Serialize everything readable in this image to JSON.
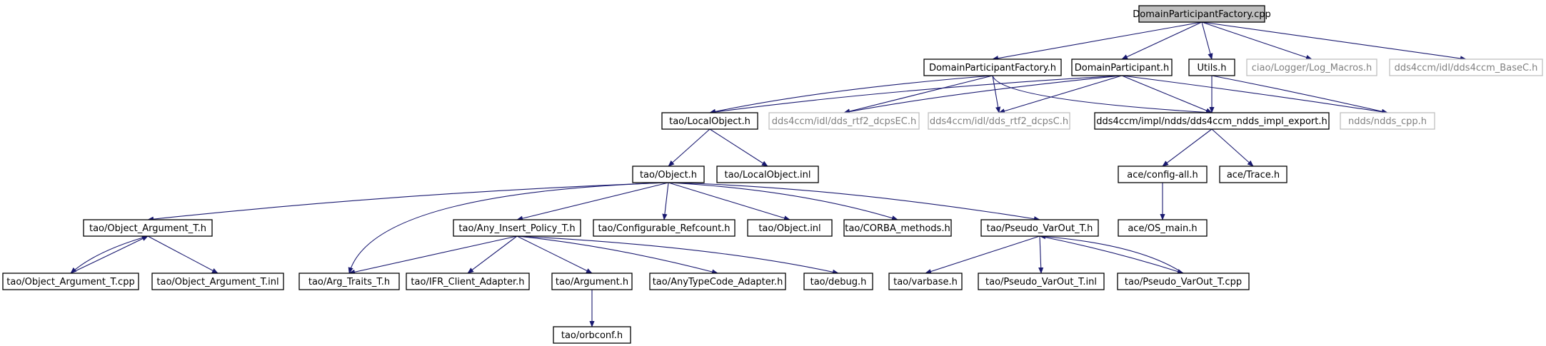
{
  "graph": {
    "nodes": [
      {
        "id": "n0",
        "label": "DomainParticipantFactory.cpp",
        "style": "root"
      },
      {
        "id": "n1",
        "label": "DomainParticipantFactory.h",
        "style": "normal"
      },
      {
        "id": "n2",
        "label": "DomainParticipant.h",
        "style": "normal"
      },
      {
        "id": "n3",
        "label": "Utils.h",
        "style": "normal"
      },
      {
        "id": "n4",
        "label": "ciao/Logger/Log_Macros.h",
        "style": "external"
      },
      {
        "id": "n5",
        "label": "dds4ccm/idl/dds4ccm_BaseC.h",
        "style": "external"
      },
      {
        "id": "n6",
        "label": "tao/LocalObject.h",
        "style": "normal"
      },
      {
        "id": "n7",
        "label": "dds4ccm/idl/dds_rtf2_dcpsEC.h",
        "style": "external"
      },
      {
        "id": "n8",
        "label": "dds4ccm/idl/dds_rtf2_dcpsC.h",
        "style": "external"
      },
      {
        "id": "n9",
        "label": "dds4ccm/impl/ndds/dds4ccm_ndds_impl_export.h",
        "style": "normal"
      },
      {
        "id": "n10",
        "label": "ndds/ndds_cpp.h",
        "style": "external"
      },
      {
        "id": "n11",
        "label": "tao/Object.h",
        "style": "normal"
      },
      {
        "id": "n12",
        "label": "tao/LocalObject.inl",
        "style": "normal"
      },
      {
        "id": "n13",
        "label": "ace/config-all.h",
        "style": "normal"
      },
      {
        "id": "n14",
        "label": "ace/Trace.h",
        "style": "normal"
      },
      {
        "id": "n15",
        "label": "ace/OS_main.h",
        "style": "normal"
      },
      {
        "id": "n16",
        "label": "tao/Object_Argument_T.h",
        "style": "normal"
      },
      {
        "id": "n17",
        "label": "tao/Any_Insert_Policy_T.h",
        "style": "normal"
      },
      {
        "id": "n18",
        "label": "tao/Configurable_Refcount.h",
        "style": "normal"
      },
      {
        "id": "n19",
        "label": "tao/Object.inl",
        "style": "normal"
      },
      {
        "id": "n20",
        "label": "tao/CORBA_methods.h",
        "style": "normal"
      },
      {
        "id": "n21",
        "label": "tao/Pseudo_VarOut_T.h",
        "style": "normal"
      },
      {
        "id": "n22",
        "label": "tao/Object_Argument_T.cpp",
        "style": "normal"
      },
      {
        "id": "n23",
        "label": "tao/Object_Argument_T.inl",
        "style": "normal"
      },
      {
        "id": "n24",
        "label": "tao/Arg_Traits_T.h",
        "style": "normal"
      },
      {
        "id": "n25",
        "label": "tao/IFR_Client_Adapter.h",
        "style": "normal"
      },
      {
        "id": "n26",
        "label": "tao/Argument.h",
        "style": "normal"
      },
      {
        "id": "n27",
        "label": "tao/AnyTypeCode_Adapter.h",
        "style": "normal"
      },
      {
        "id": "n28",
        "label": "tao/debug.h",
        "style": "normal"
      },
      {
        "id": "n29",
        "label": "tao/varbase.h",
        "style": "normal"
      },
      {
        "id": "n30",
        "label": "tao/Pseudo_VarOut_T.inl",
        "style": "normal"
      },
      {
        "id": "n31",
        "label": "tao/Pseudo_VarOut_T.cpp",
        "style": "normal"
      },
      {
        "id": "n32",
        "label": "tao/orbconf.h",
        "style": "normal"
      }
    ],
    "edges": [
      [
        "n0",
        "n1"
      ],
      [
        "n0",
        "n2"
      ],
      [
        "n0",
        "n3"
      ],
      [
        "n0",
        "n4"
      ],
      [
        "n0",
        "n5"
      ],
      [
        "n1",
        "n6"
      ],
      [
        "n1",
        "n7"
      ],
      [
        "n1",
        "n8"
      ],
      [
        "n1",
        "n9"
      ],
      [
        "n2",
        "n6"
      ],
      [
        "n2",
        "n7"
      ],
      [
        "n2",
        "n8"
      ],
      [
        "n2",
        "n9"
      ],
      [
        "n2",
        "n10"
      ],
      [
        "n3",
        "n9"
      ],
      [
        "n3",
        "n10"
      ],
      [
        "n6",
        "n11"
      ],
      [
        "n6",
        "n12"
      ],
      [
        "n9",
        "n13"
      ],
      [
        "n9",
        "n14"
      ],
      [
        "n13",
        "n15"
      ],
      [
        "n11",
        "n16"
      ],
      [
        "n11",
        "n24"
      ],
      [
        "n11",
        "n17"
      ],
      [
        "n11",
        "n18"
      ],
      [
        "n11",
        "n19"
      ],
      [
        "n11",
        "n20"
      ],
      [
        "n11",
        "n21"
      ],
      [
        "n16",
        "n22"
      ],
      [
        "n22",
        "n16"
      ],
      [
        "n16",
        "n23"
      ],
      [
        "n17",
        "n24"
      ],
      [
        "n17",
        "n25"
      ],
      [
        "n17",
        "n26"
      ],
      [
        "n17",
        "n27"
      ],
      [
        "n17",
        "n28"
      ],
      [
        "n26",
        "n32"
      ],
      [
        "n21",
        "n29"
      ],
      [
        "n21",
        "n30"
      ],
      [
        "n21",
        "n31"
      ],
      [
        "n31",
        "n21"
      ]
    ],
    "colors": {
      "edge": "#191970",
      "root_fill": "#bfbfbf",
      "normal_fill": "#ffffff",
      "node_border": "#000000",
      "external_border": "#bfbfbf",
      "external_text": "#808080",
      "text": "#000000"
    }
  }
}
